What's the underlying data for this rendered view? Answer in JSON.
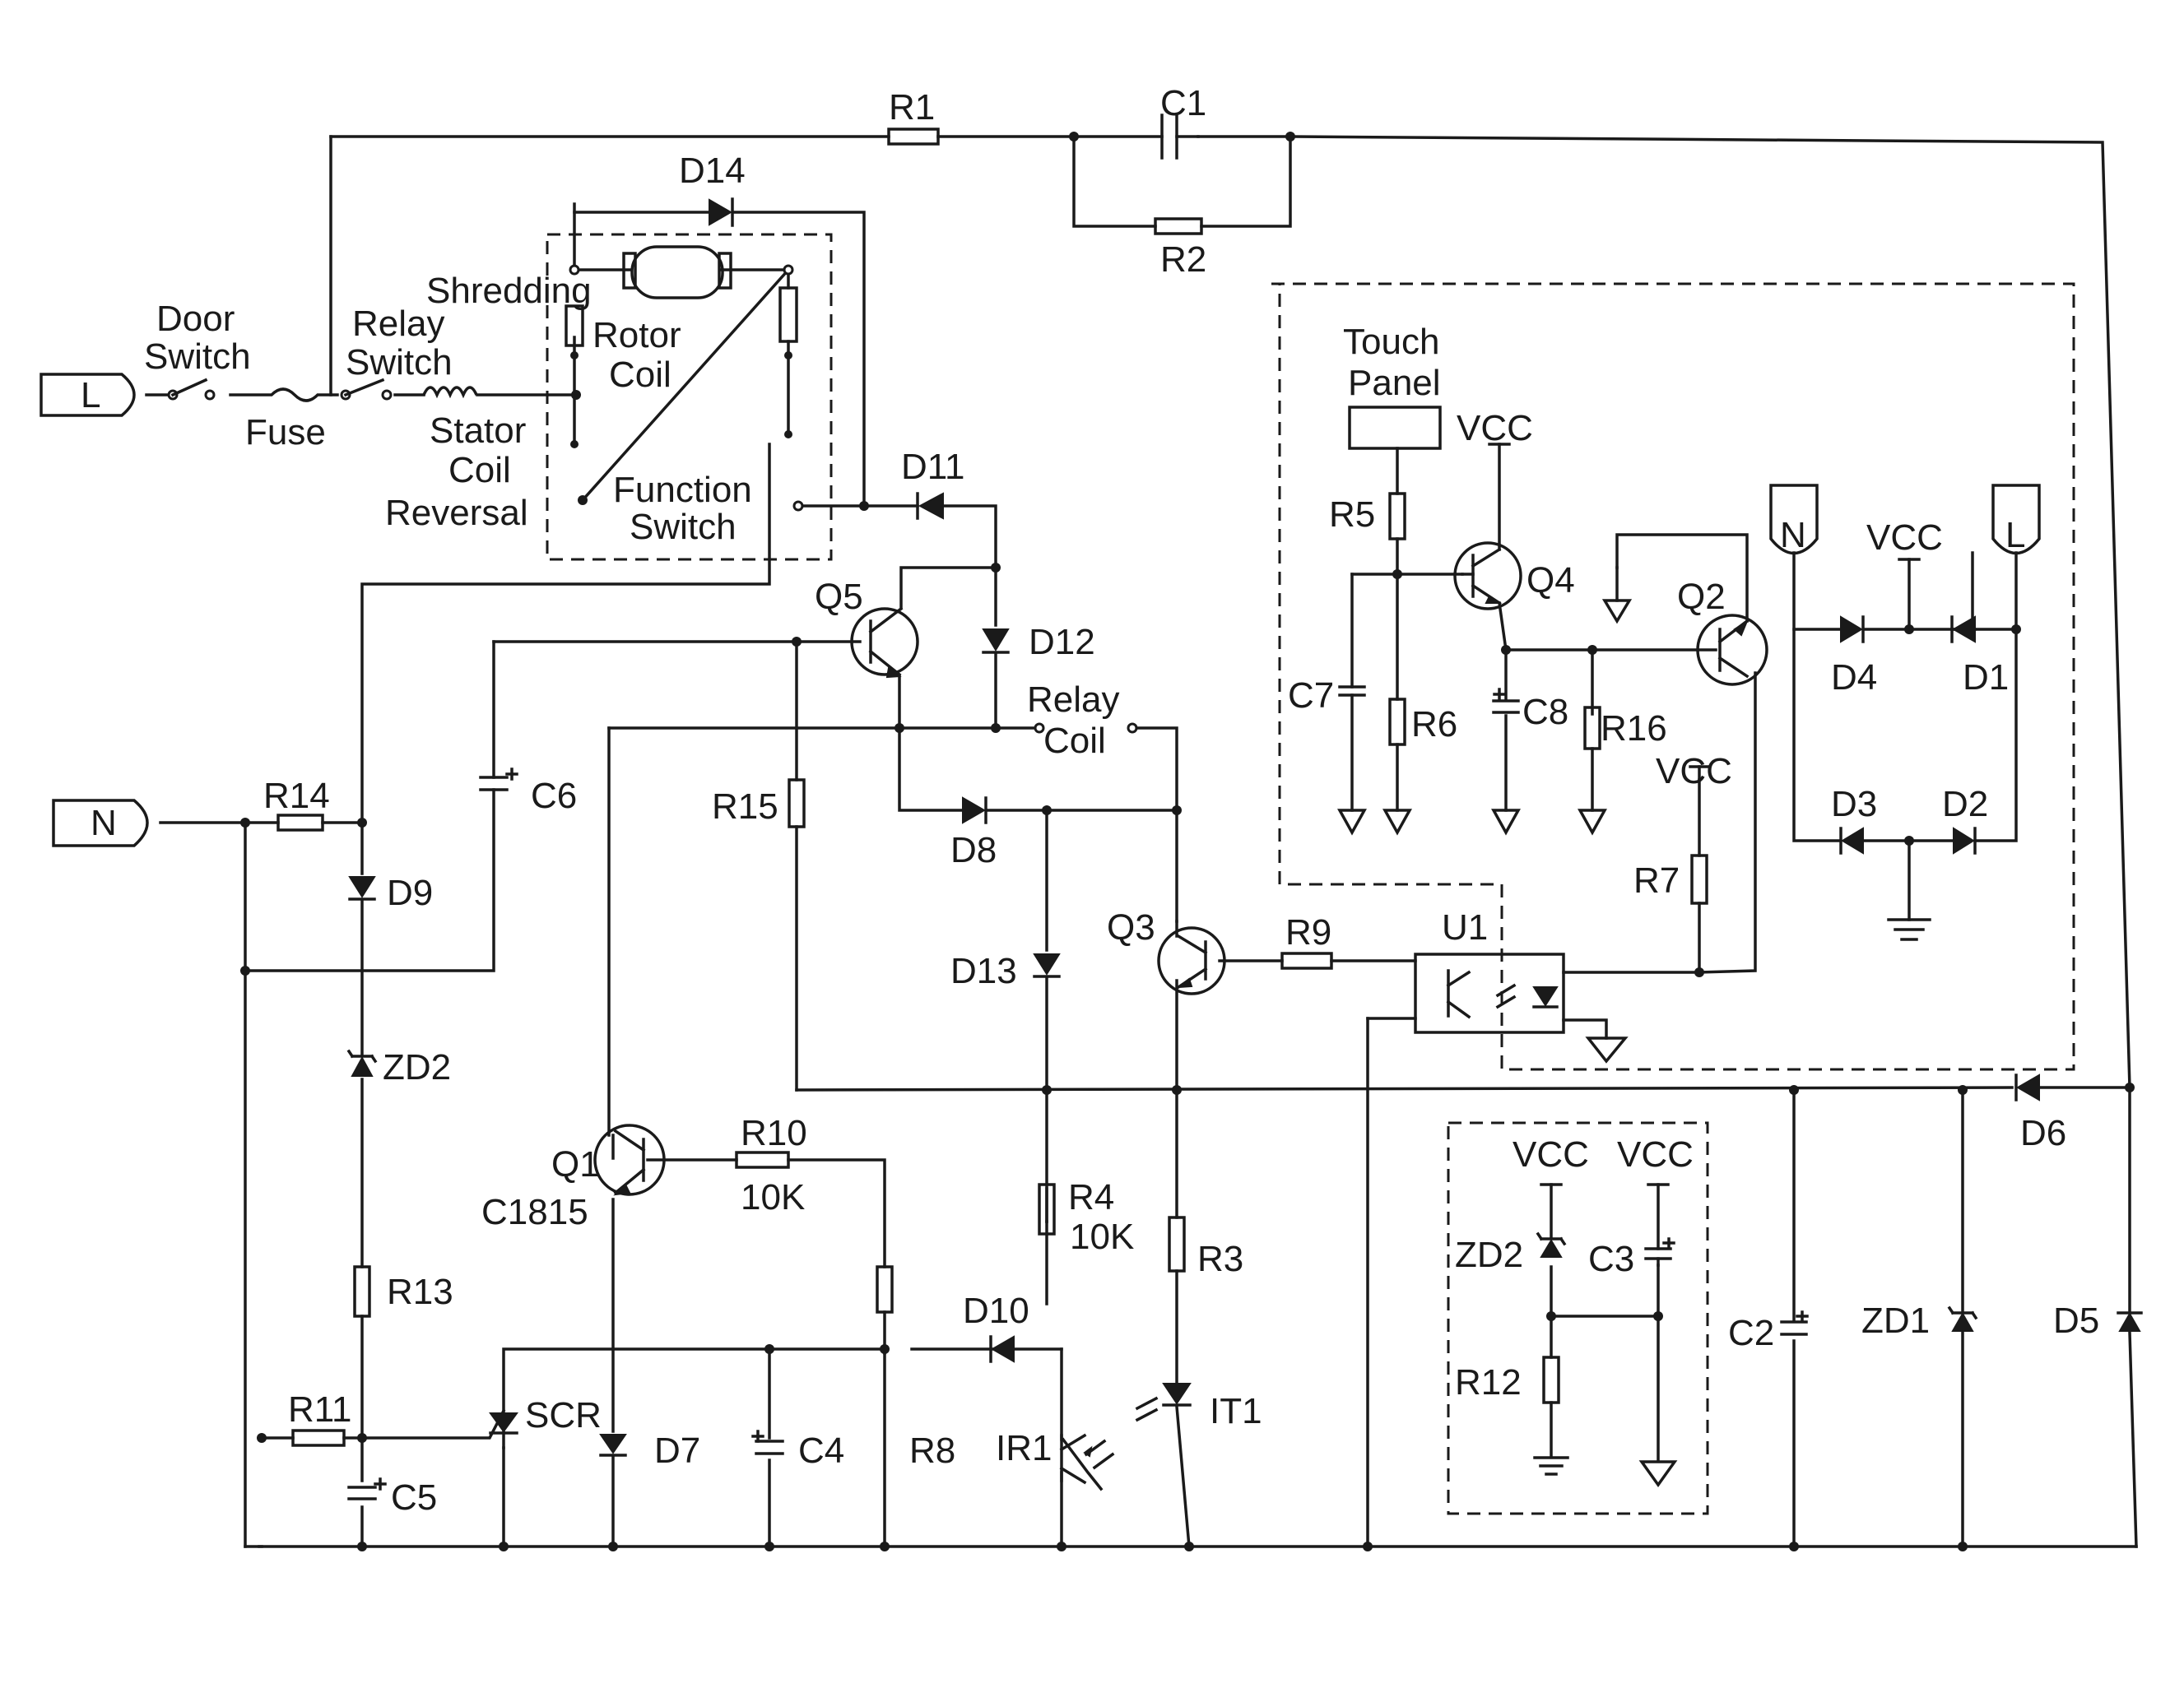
{
  "labels": {
    "r1": "R1",
    "c1": "C1",
    "r2": "R2",
    "d14": "D14",
    "door": "Door",
    "switch_door": "Switch",
    "fuse": "Fuse",
    "relay": "Relay",
    "switch_relay": "Switch",
    "shredding": "Shredding",
    "rotor": "Rotor",
    "coil_rotor": "Coil",
    "stator": "Stator",
    "coil_stator": "Coil",
    "reversal": "Reversal",
    "function": "Function",
    "switch_function": "Switch",
    "d11": "D11",
    "q5": "Q5",
    "d12": "D12",
    "relay_coil_1": "Relay",
    "relay_coil_2": "Coil",
    "touch": "Touch",
    "panel": "Panel",
    "vcc_q4": "VCC",
    "r5": "R5",
    "q4": "Q4",
    "c7": "C7",
    "r6": "R6",
    "c8": "C8",
    "r16": "R16",
    "q2": "Q2",
    "n_rect": "N",
    "vcc_rect": "VCC",
    "l_rect": "L",
    "d4": "D4",
    "d1": "D1",
    "d3": "D3",
    "d2": "D2",
    "n_main": "N",
    "l_main": "L",
    "r14": "R14",
    "c6": "C6",
    "d9": "D9",
    "r15": "R15",
    "d8": "D8",
    "vcc_r7": "VCC",
    "r7": "R7",
    "q3": "Q3",
    "r9": "R9",
    "u1": "U1",
    "d13": "D13",
    "zd2": "ZD2",
    "q1": "Q1",
    "c1815": "C1815",
    "r10": "R10",
    "val_10k_a": "10K",
    "r4": "R4",
    "val_10k_b": "10K",
    "r3": "R3",
    "r13": "R13",
    "d10": "D10",
    "r11": "R11",
    "scr": "SCR",
    "d7": "D7",
    "c4": "C4",
    "r8": "R8",
    "ir1": "IR1",
    "it1": "IT1",
    "c5": "C5",
    "d6": "D6",
    "vcc_a": "VCC",
    "vcc_b": "VCC",
    "zd2_reg": "ZD2",
    "c3": "C3",
    "r12": "R12",
    "c2": "C2",
    "zd1": "ZD1",
    "d5": "D5"
  }
}
